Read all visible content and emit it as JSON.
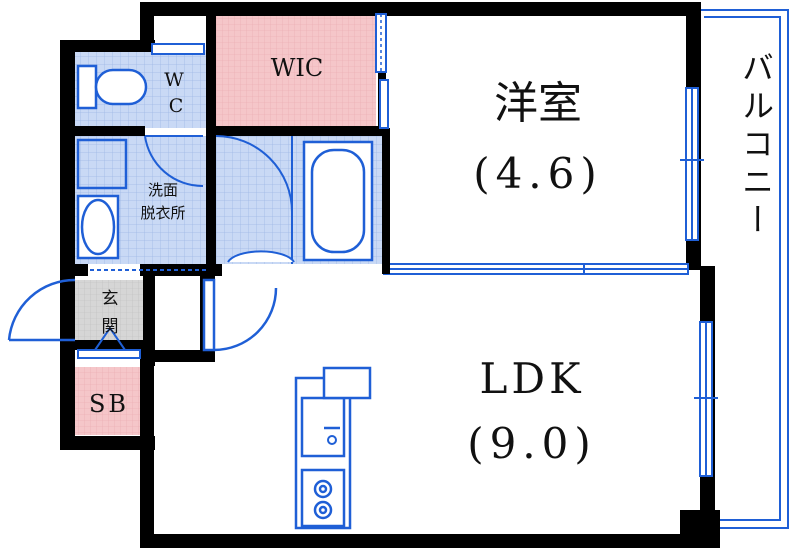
{
  "rooms": {
    "western_room": {
      "name": "洋室",
      "size": "(4.6)"
    },
    "ldk": {
      "name": "LDK",
      "size": "(9.0)"
    },
    "wic": {
      "name": "WIC"
    },
    "wc": {
      "line1": "W",
      "line2": "C"
    },
    "washroom": {
      "line1": "洗面",
      "line2": "脱衣所"
    },
    "entrance": {
      "line1": "玄",
      "line2": "関"
    },
    "sb": {
      "name": "SB"
    },
    "balcony": {
      "name": "バルコニー"
    }
  },
  "colors": {
    "wall": "#000000",
    "fixture_blue": "#1f5fd6",
    "wet_area_fill": "#c9d9f5",
    "wic_fill": "#f5c6c9",
    "entrance_fill": "#d4d4d4"
  }
}
